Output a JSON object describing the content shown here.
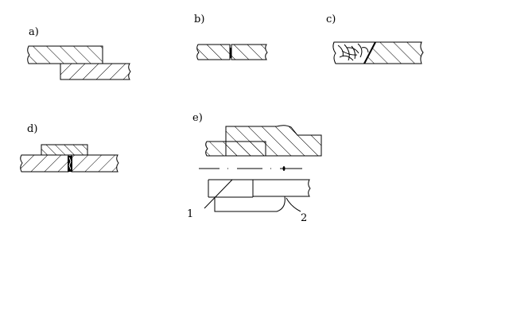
{
  "labels": {
    "a": "a)",
    "b": "b)",
    "c": "c)",
    "d": "d)",
    "e": "e)",
    "n1": "1",
    "n2": "2"
  },
  "colors": {
    "stroke": "#000000",
    "background": "#ffffff"
  }
}
